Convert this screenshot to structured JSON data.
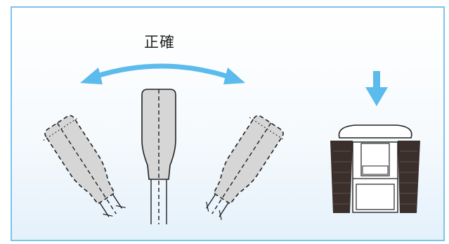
{
  "diagram": {
    "label_correct": "正確",
    "colors": {
      "frame": "#7dc3ea",
      "arrow": "#5bbbec",
      "handle_fill": "#d6d6d6",
      "outline": "#222222",
      "stand_dark": "#3a2f2a"
    },
    "icons": [
      "curved-double-arrow-icon",
      "down-arrow-icon",
      "handle-figure",
      "tool-stand-figure"
    ]
  }
}
